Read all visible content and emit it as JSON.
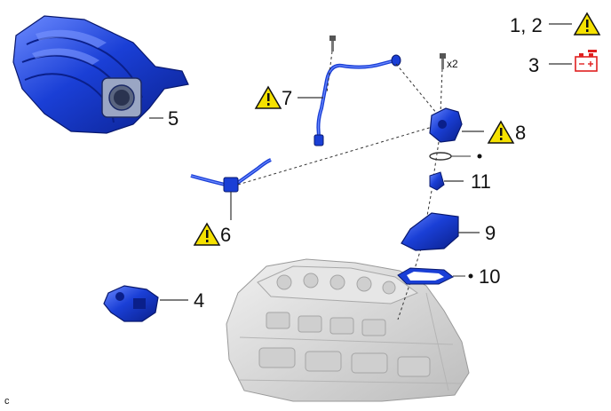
{
  "callouts": {
    "c12": "1, 2",
    "c3": "3",
    "c4": "4",
    "c5": "5",
    "c6": "6",
    "c7": "7",
    "c8": "8",
    "c9": "9",
    "c10": "10",
    "c11": "11"
  },
  "bolt_qty": "x2",
  "corner_code": "c",
  "icons": {
    "warning": "warning-triangle-icon",
    "battery": "battery-terminal-icon",
    "non_reusable": "non-reusable-dot-icon"
  },
  "colors": {
    "part_blue": "#1a3fd6",
    "part_dark": "#0a1f8a",
    "part_light": "#5c7cff",
    "engine_gray": "#d8d8d8",
    "warning_yellow": "#f5e100",
    "battery_red": "#e02020"
  }
}
